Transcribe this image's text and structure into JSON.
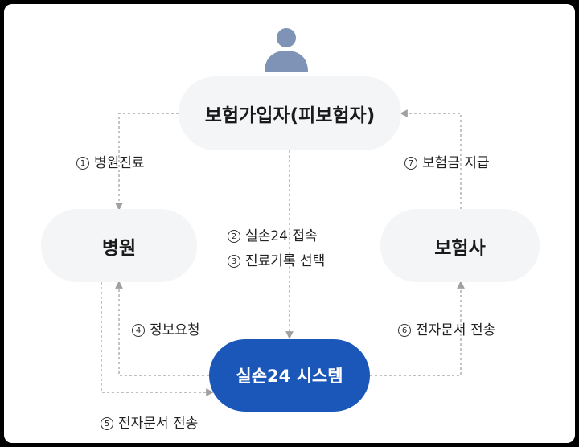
{
  "colors": {
    "node_bg": "#f4f5f7",
    "primary": "#1a57b8",
    "connector": "#aaaaaa",
    "person_icon": "#7e93b5"
  },
  "nodes": {
    "insured": "보험가입자(피보험자)",
    "hospital": "병원",
    "insurer": "보험사",
    "system": "실손24 시스템"
  },
  "steps": [
    {
      "num": "1",
      "text": "병원진료"
    },
    {
      "num": "2",
      "text": "실손24 접속"
    },
    {
      "num": "3",
      "text": "진료기록 선택"
    },
    {
      "num": "4",
      "text": "정보요청"
    },
    {
      "num": "5",
      "text": "전자문서 전송"
    },
    {
      "num": "6",
      "text": "전자문서 전송"
    },
    {
      "num": "7",
      "text": "보험금 지급"
    }
  ]
}
